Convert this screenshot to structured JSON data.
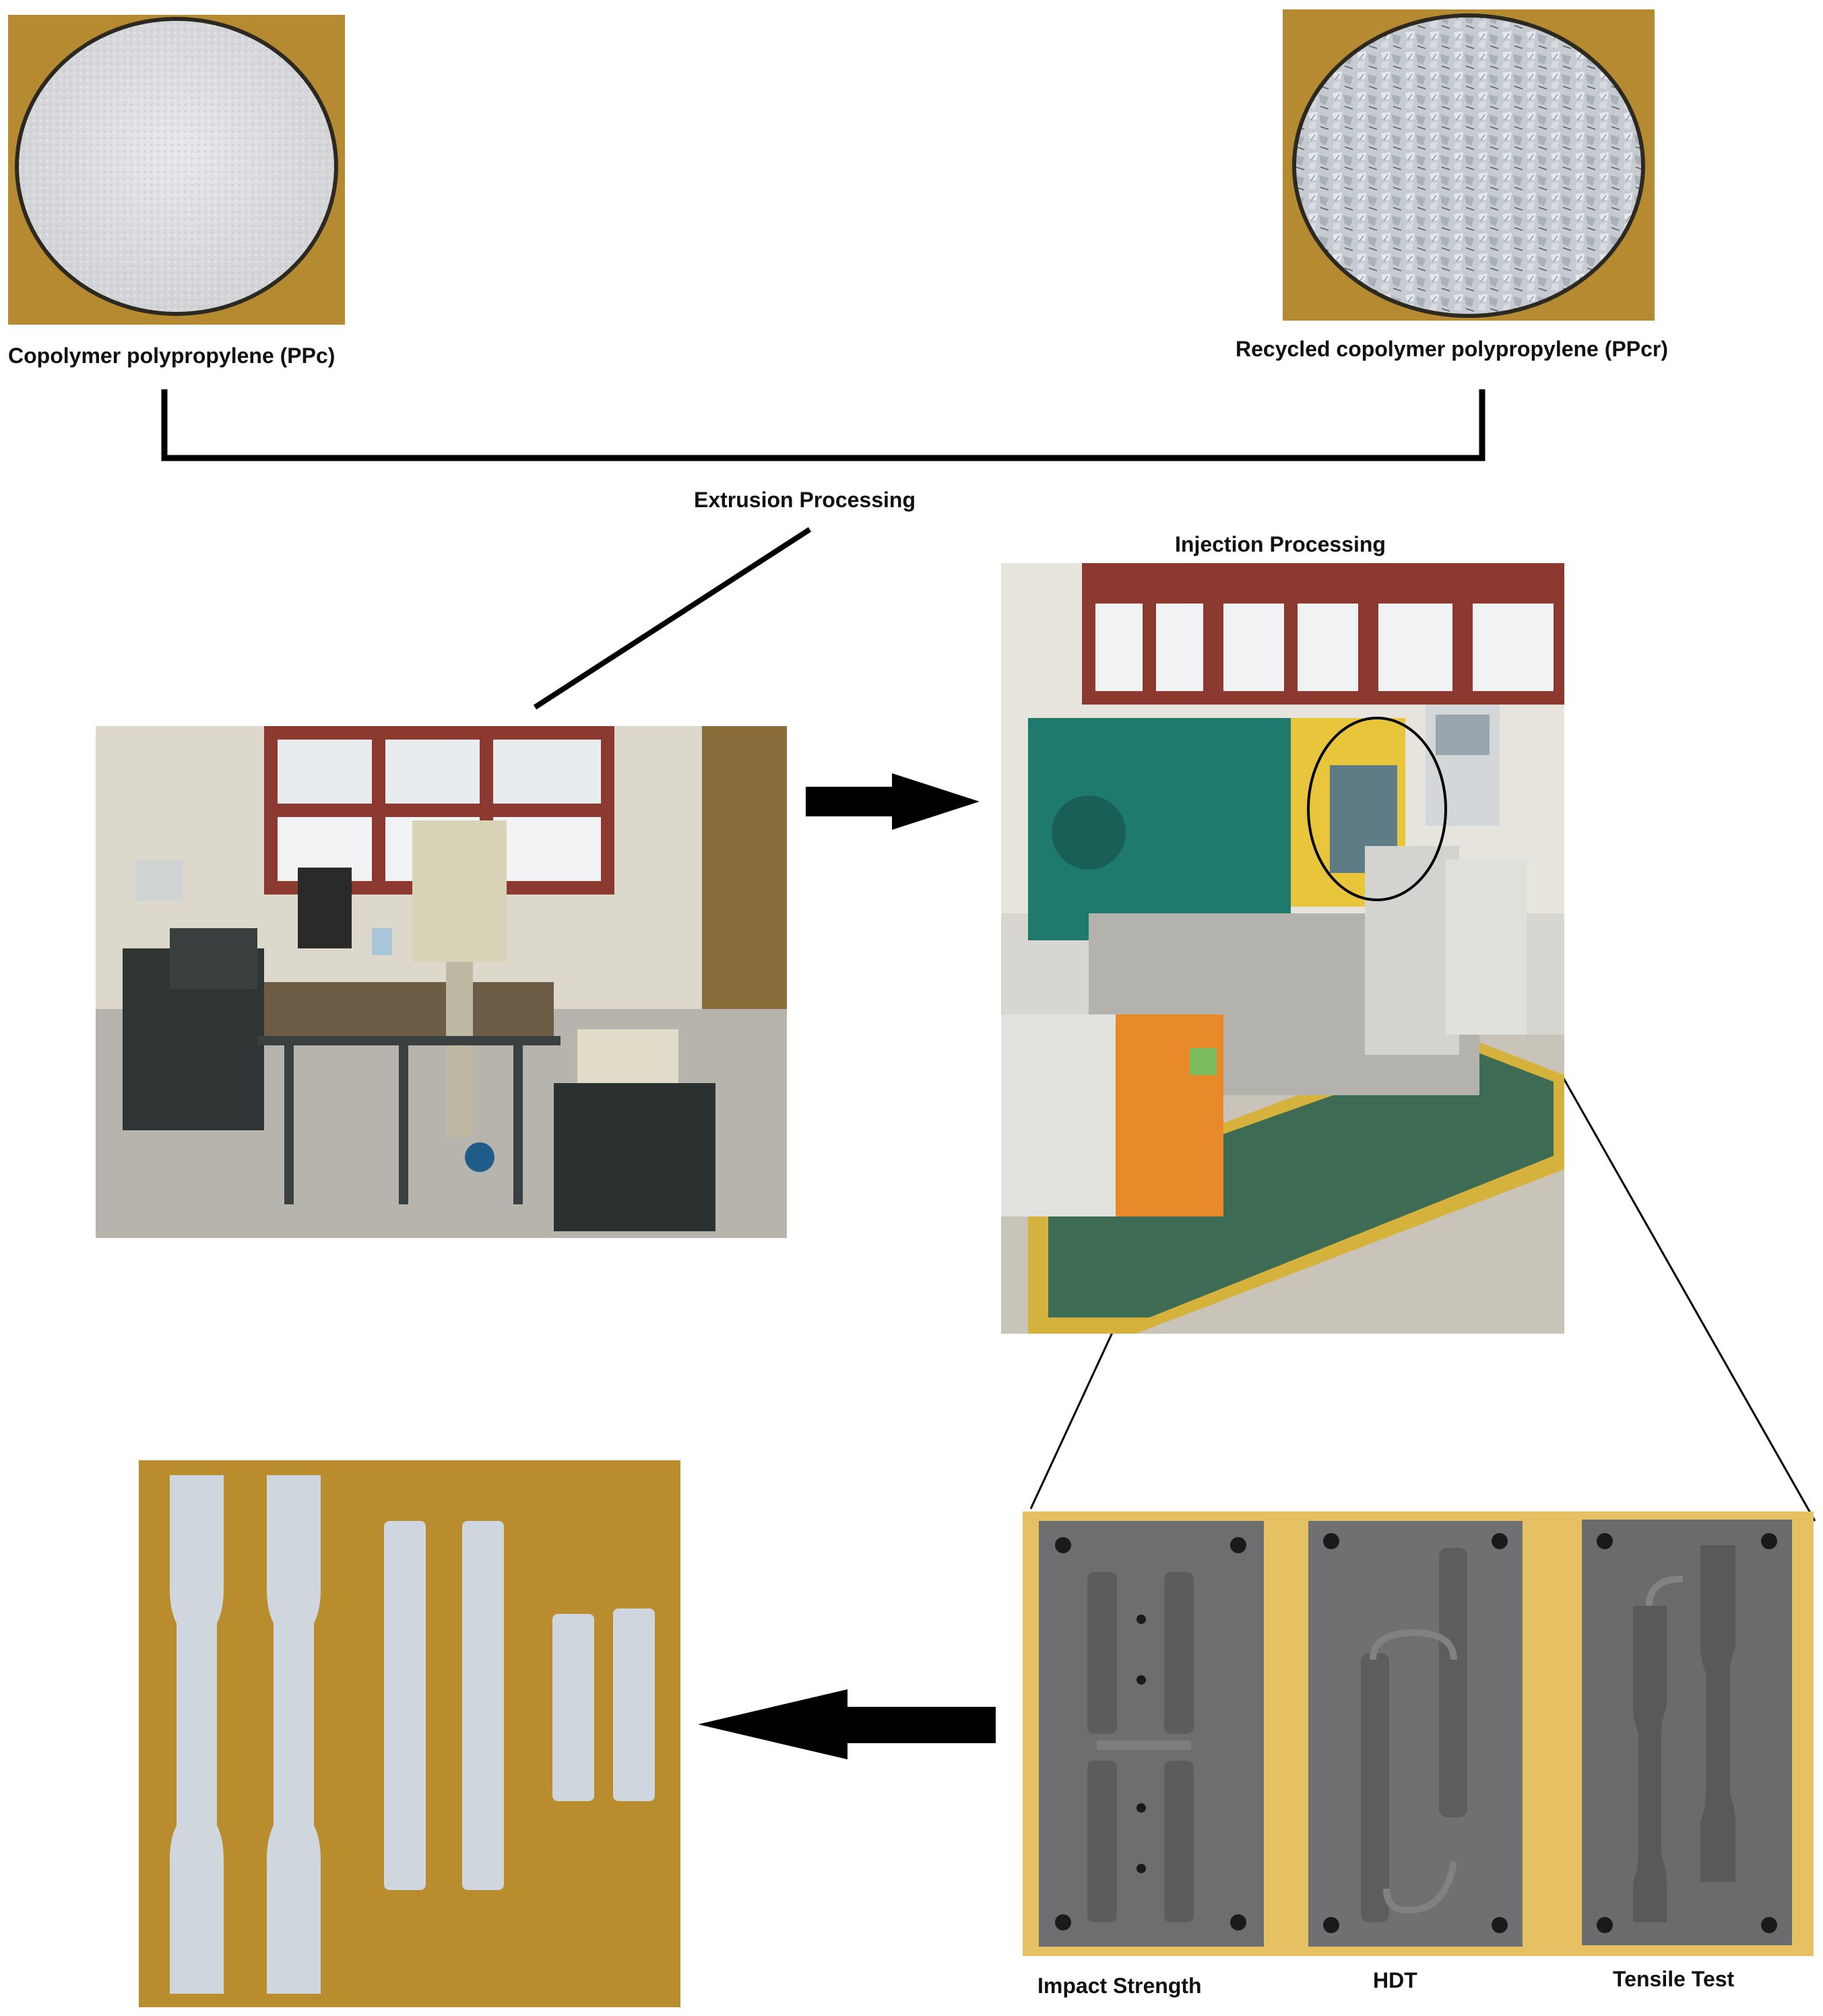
{
  "labels": {
    "ppc": "Copolymer polypropylene (PPc)",
    "ppcr": "Recycled copolymer polypropylene (PPcr)",
    "extrusion": "Extrusion Processing",
    "injection": "Injection Processing",
    "impact": "Impact Strength",
    "hdt": "HDT",
    "tensile": "Tensile Test"
  },
  "colors": {
    "kraft_background": "#b7892f",
    "pellets": "#dcdde0",
    "machine_green": "#1f7a6e",
    "machine_yellow": "#e8c53a",
    "mold_steel": "#6d6e70",
    "specimen": "#cfd6dd"
  }
}
